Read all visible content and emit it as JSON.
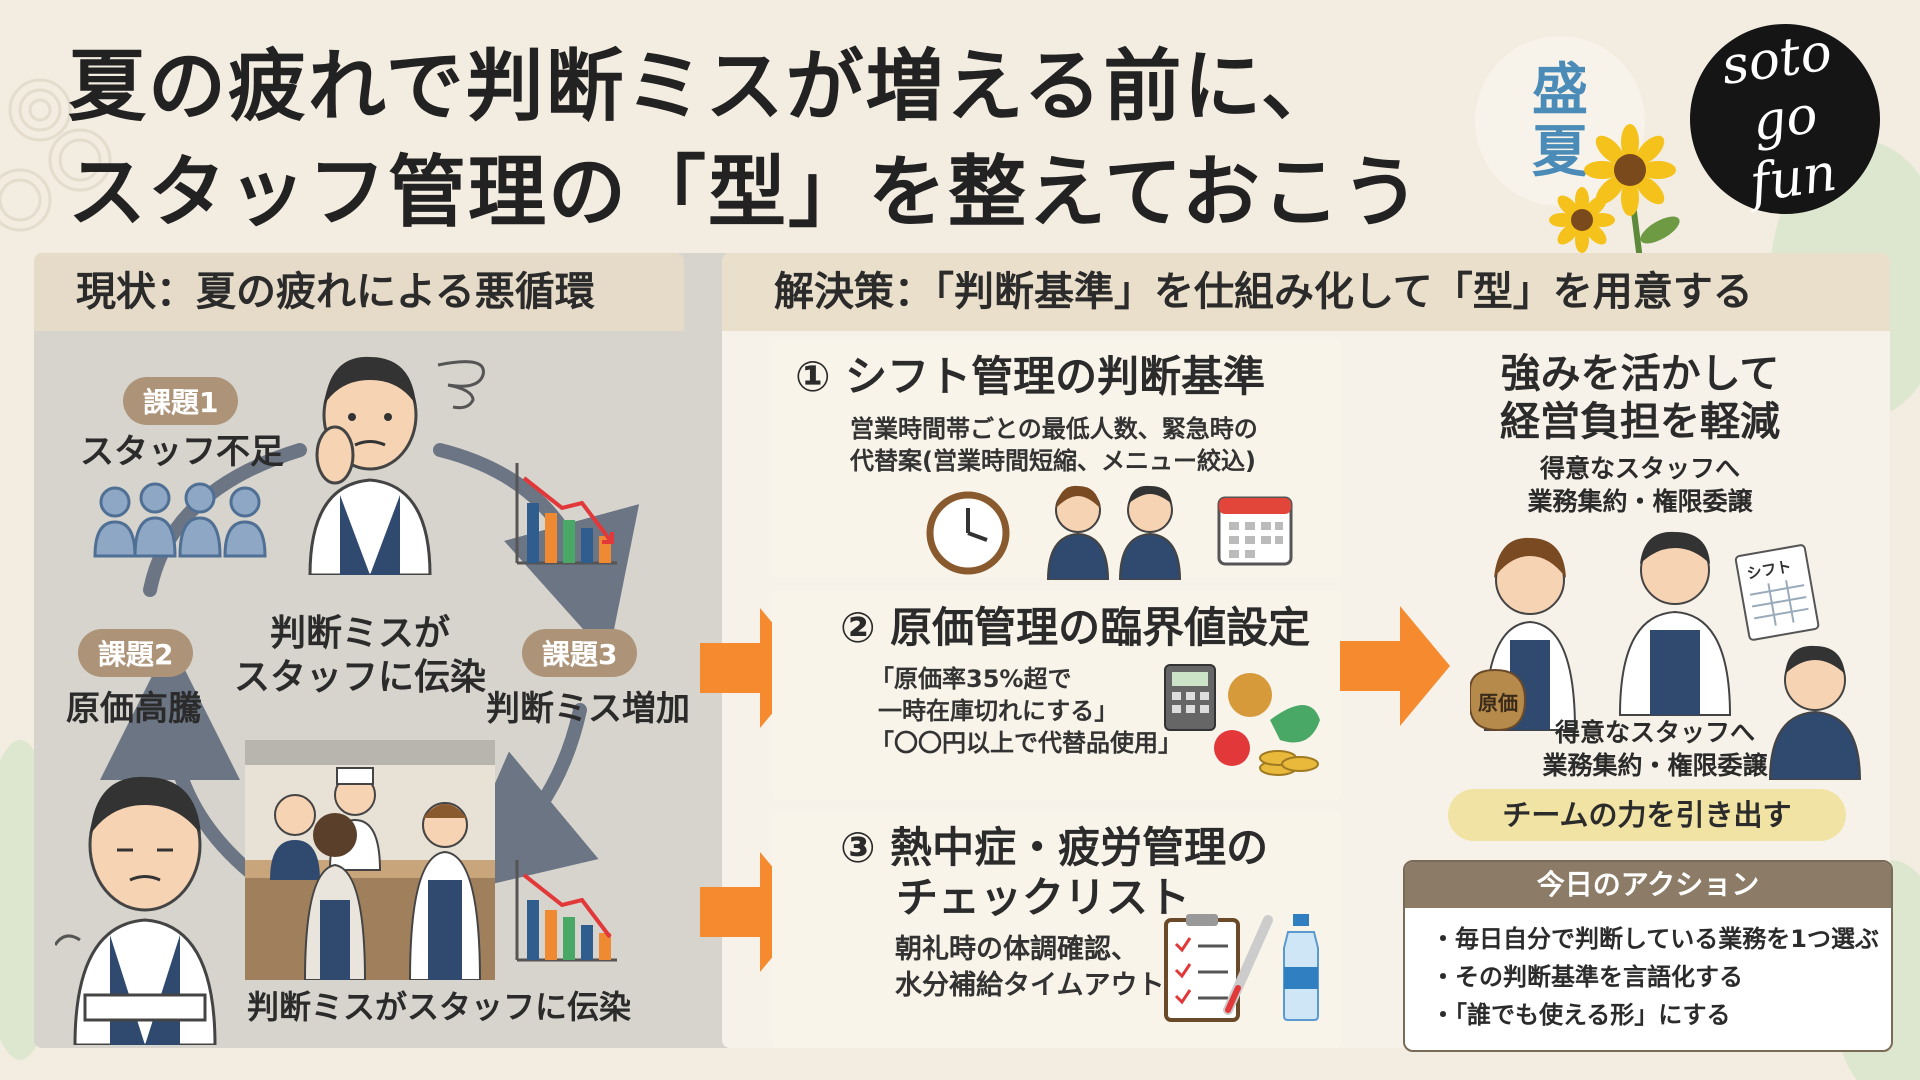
{
  "title": {
    "line1": "夏の疲れで判断ミスが増える前に、",
    "line2": "スタッフ管理の「型」を整えておこう"
  },
  "season_badge": {
    "char1": "盛",
    "char2": "夏"
  },
  "logo": {
    "line1": "soto",
    "line2": "go",
    "line3": "fun"
  },
  "left_section": {
    "header": "現状：夏の疲れによる悪循環",
    "issues": [
      {
        "tag": "課題1",
        "text": "スタッフ不足"
      },
      {
        "tag": "課題2",
        "text": "原価高騰"
      },
      {
        "tag": "課題3",
        "text": "判断ミス増加"
      }
    ],
    "center_text": {
      "line1": "判断ミスが",
      "line2": "スタッフに伝染"
    },
    "bottom_text": "判断ミスがスタッフに伝染"
  },
  "right_section": {
    "header": "解決策：「判断基準」を仕組み化して「型」を用意する",
    "solutions": [
      {
        "title": "① シフト管理の判断基準",
        "desc1": "営業時間帯ごとの最低人数、緊急時の",
        "desc2": "代替案(営業時間短縮、メニュー絞込)"
      },
      {
        "title": "② 原価管理の臨界値設定",
        "desc1": "「原価率35%超で",
        "desc2": "一時在庫切れにする」",
        "desc3": "「〇〇円以上で代替品使用」"
      },
      {
        "title1": "③ 熱中症・疲労管理の",
        "title2": "チェックリスト",
        "desc1": "朝礼時の体調確認、",
        "desc2": "水分補給タイムアウト"
      }
    ],
    "strength": {
      "title1": "強みを活かして",
      "title2": "経営負担を軽減",
      "sub1": "得意なスタッフへ",
      "sub2": "業務集約・権限委譲",
      "sub3": "得意なスタッフへ",
      "sub4": "業務集約・権限委譲",
      "bag_label": "原価",
      "sheet_label": "シフト",
      "team": "チームの力を引き出す"
    },
    "actions": {
      "header": "今日のアクション",
      "items": [
        "・毎日自分で判断している業務を1つ選ぶ",
        "・その判断基準を言語化する",
        "・「誰でも使える形」にする"
      ]
    }
  },
  "colors": {
    "accent_orange": "#f58a2f",
    "tag_brown": "#ad9378",
    "title_blue": "#4a8bb7",
    "apron_navy": "#2f4a6e"
  }
}
